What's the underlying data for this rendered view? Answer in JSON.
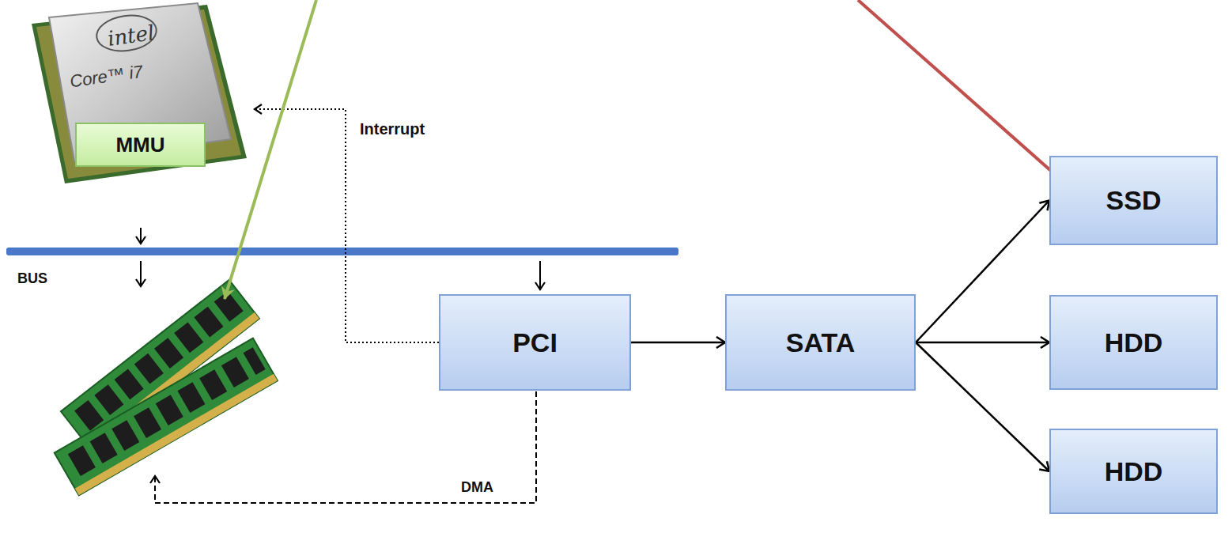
{
  "diagram": {
    "nodes": [
      {
        "text": [
          "MMU"
        ]
      },
      {
        "text": [
          "PCI"
        ]
      },
      {
        "text": [
          "SATA"
        ]
      },
      {
        "text": [
          "SSD"
        ]
      },
      {
        "text": [
          "HDD"
        ]
      },
      {
        "text": [
          "HDD"
        ]
      }
    ],
    "edges": [
      {
        "from": 1,
        "to": 2,
        "arrow": "to"
      },
      {
        "from": 2,
        "to": 3,
        "arrow": "to"
      },
      {
        "from": 2,
        "to": 4,
        "arrow": "to"
      },
      {
        "from": 2,
        "to": 5,
        "arrow": "to"
      }
    ],
    "labels": [
      "intel",
      "Core™ i7",
      "Interrupt",
      "BUS",
      "DMA"
    ]
  }
}
